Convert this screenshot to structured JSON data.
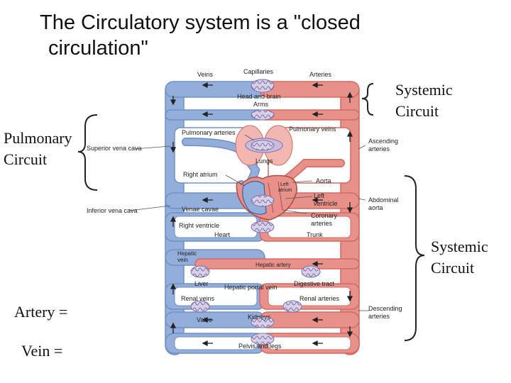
{
  "title": {
    "line1": "The Circulatory system is a \"closed",
    "line2": "circulation\""
  },
  "side_labels": {
    "systemic_top": [
      "Systemic",
      "Circuit"
    ],
    "pulmonary": [
      "Pulmonary",
      "Circuit"
    ],
    "systemic_bottom": [
      "Systemic",
      "Circuit"
    ],
    "artery": "Artery =",
    "vein": "Vein ="
  },
  "diagram": {
    "veins": "Veins",
    "capillaries": "Capillaries",
    "arteries": "Arteries",
    "head_and_brain": "Head and brain",
    "arms": "Arms",
    "pulmonary_arteries": "Pulmonary arteries",
    "pulmonary_veins": "Pulmonary veins",
    "superior_vena_cava": "Superior vena cava",
    "lungs": "Lungs",
    "ascending_arteries": [
      "Ascending",
      "arteries"
    ],
    "right_atrium": "Right atrium",
    "aorta": "Aorta",
    "left_atrium": [
      "Left",
      "atrium"
    ],
    "left_ventricle": [
      "Left",
      "ventricle"
    ],
    "inferior_vena_cava": "Inferior vena cava",
    "venae_cavae": "Venae cavae",
    "abdominal_aorta": [
      "Abdominal",
      "aorta"
    ],
    "coronary_arteries": [
      "Coronary",
      "arteries"
    ],
    "right_ventricle": "Right ventricle",
    "heart": "Heart",
    "trunk": "Trunk",
    "hepatic_vein": [
      "Hepatic",
      "vein"
    ],
    "hepatic_artery": "Hepatic artery",
    "liver": "Liver",
    "digestive_tract": "Digestive tract",
    "hepatic_portal_vein": "Hepatic portal vein",
    "renal_veins": "Renal veins",
    "renal_arteries": "Renal arteries",
    "valve": "Valve",
    "kidneys": "Kidneys",
    "descending_arteries": [
      "Descending",
      "arteries"
    ],
    "pelvis_and_legs": "Pelvis and legs"
  },
  "colors": {
    "artery": "#e8918a",
    "artery_dark": "#d06b63",
    "vein": "#93aedb",
    "vein_dark": "#6f8fc6",
    "capillary": "#b9a9cf"
  }
}
